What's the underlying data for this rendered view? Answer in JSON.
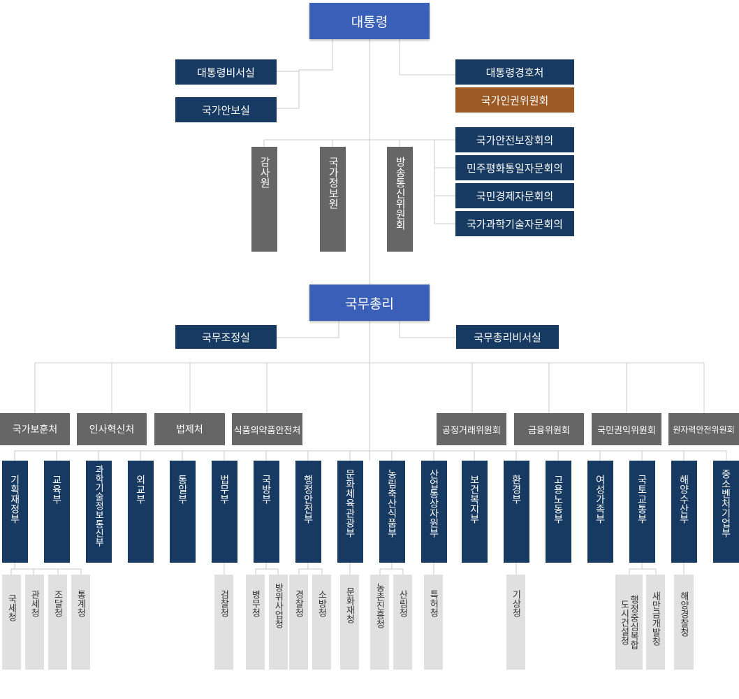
{
  "president": "대통령",
  "left_offices": [
    "대통령비서실",
    "국가안보실"
  ],
  "right_offices": [
    "대통령경호처"
  ],
  "human_rights": "국가인권위원회",
  "councils": [
    "국가안전보장회의",
    "민주평화통일자문회의",
    "국민경제자문회의",
    "국가과학기술자문회의"
  ],
  "independent": [
    "감사원",
    "국가정보원",
    "방송통신위원회"
  ],
  "prime_minister": "국무총리",
  "pm_left": "국무조정실",
  "pm_right": "국무총리비서실",
  "pm_left_agencies": [
    "국가보훈처",
    "인사혁신처",
    "법제처",
    "식품의약품안전처"
  ],
  "pm_right_committees": [
    "공정거래위원회",
    "금융위원회",
    "국민권익위원회",
    "원자력안전위원회"
  ],
  "ministries": [
    "기획재정부",
    "교육부",
    "과학기술정보통신부",
    "외교부",
    "통일부",
    "법무부",
    "국방부",
    "행정안전부",
    "문화체육관광부",
    "농림축산식품부",
    "산업통상자원부",
    "보건복지부",
    "환경부",
    "고용노동부",
    "여성가족부",
    "국토교통부",
    "해양수산부",
    "중소벤처기업부"
  ],
  "sub_agencies": {
    "기획재정부": [
      "국세청",
      "관세청",
      "조달청",
      "통계청"
    ],
    "법무부": [
      "검찰청"
    ],
    "국방부": [
      "병무청",
      "방위사업청"
    ],
    "행정안전부": [
      "경찰청",
      "소방청"
    ],
    "문화체육관광부": [
      "문화재청"
    ],
    "농림축산식품부": [
      "농촌진흥청",
      "산림청"
    ],
    "산업통상자원부": [
      "특허청"
    ],
    "환경부": [
      "기상청"
    ],
    "국토교통부": [
      "행정중심복합도시건설청",
      "새만금개발청"
    ],
    "해양수산부": [
      "해양경찰청"
    ]
  },
  "colors": {
    "top": "#3a5fb8",
    "navy": "#173a63",
    "brown": "#9b5a24",
    "gray": "#666666",
    "light": "#e0e0e0",
    "line": "#c8c8c8"
  }
}
